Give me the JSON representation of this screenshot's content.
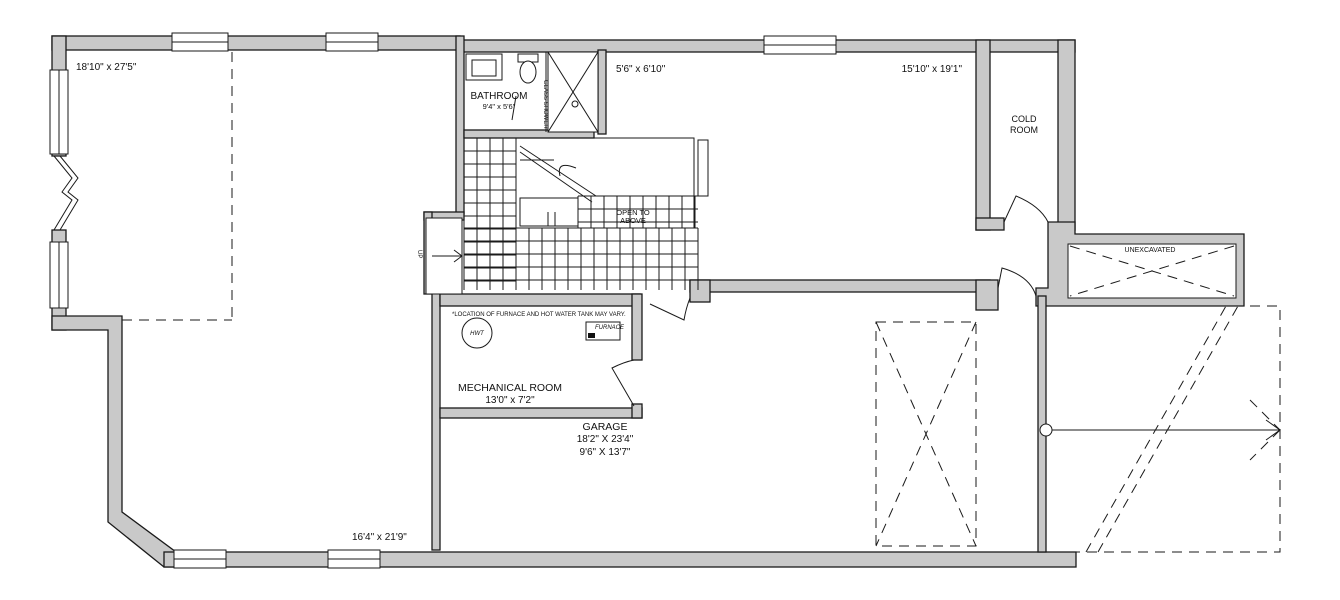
{
  "rooms": {
    "left_top_dim": "18'10\" x 27'5\"",
    "left_bottom_dim": "16'4\" x 21'9\"",
    "bathroom": {
      "name": "BATHROOM",
      "dim": "9'4\" x 5'6\""
    },
    "glass_shower": "GLASS SHOWER",
    "upper_mid_dim": "5'6\" x 6'10\"",
    "upper_right_dim": "15'10\" x 19'1\"",
    "cold_room_line1": "COLD",
    "cold_room_line2": "ROOM",
    "open_to_above_line1": "OPEN TO",
    "open_to_above_line2": "ABOVE",
    "unexcavated": "UNEXCAVATED",
    "stair_up": "UP",
    "furnace_note": "*LOCATION OF FURNACE AND HOT WATER TANK MAY VARY.",
    "hwt": "HWT",
    "furnace": "FURNACE",
    "mechanical_name": "MECHANICAL ROOM",
    "mechanical_dim": "13'0\" x 7'2\"",
    "garage_name": "GARAGE",
    "garage_dim1": "18'2\" X 23'4\"",
    "garage_dim2": "9'6\" X 13'7\""
  },
  "colors": {
    "wall_fill": "#c9c9c9",
    "line": "#1a1a1a",
    "background": "#ffffff"
  }
}
